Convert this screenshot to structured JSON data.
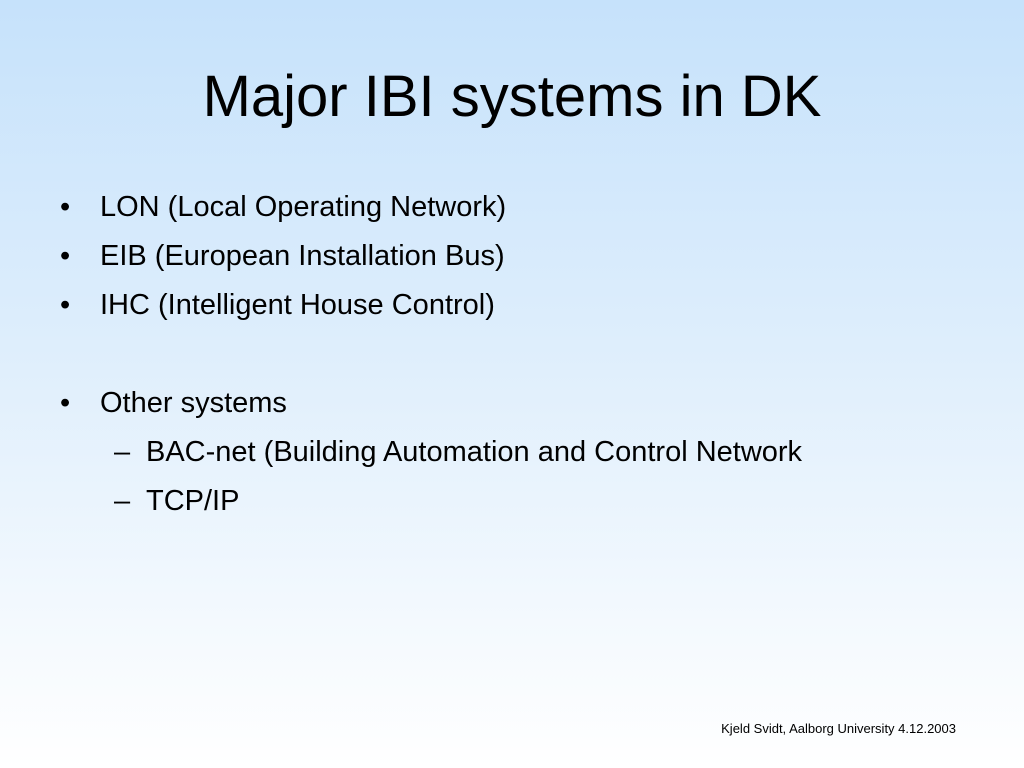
{
  "slide": {
    "title": "Major IBI systems in DK",
    "bullets": [
      {
        "marker": "•",
        "text": "LON (Local Operating Network)"
      },
      {
        "marker": "•",
        "text": "EIB (European Installation Bus)"
      },
      {
        "marker": "•",
        "text": "IHC (Intelligent House Control)"
      },
      {
        "marker": "•",
        "text": "Other systems"
      }
    ],
    "sub_bullets": [
      {
        "marker": "–",
        "text": "BAC-net (Building Automation and Control Network"
      },
      {
        "marker": "–",
        "text": "TCP/IP"
      }
    ],
    "footer": "Kjeld Svidt, Aalborg University 4.12.2003"
  },
  "colors": {
    "background_top": "#c6e2fb",
    "background_bottom": "#ffffff",
    "text": "#000000"
  }
}
